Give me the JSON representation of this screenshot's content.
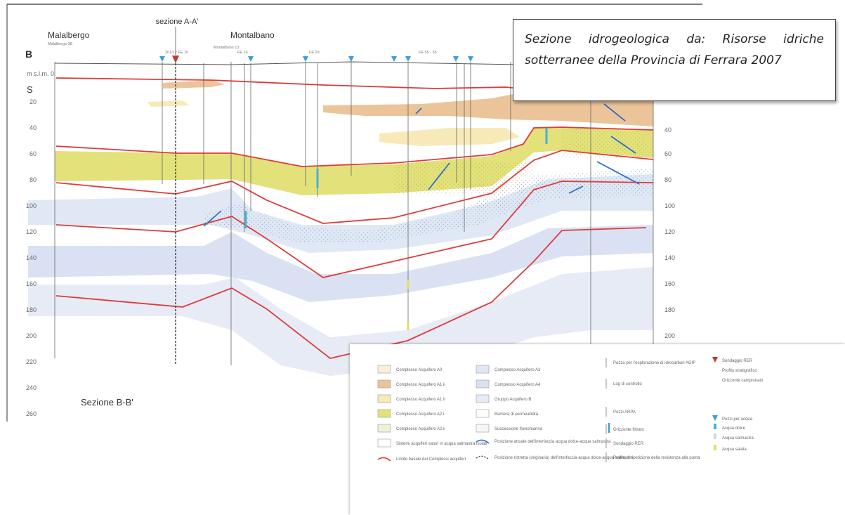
{
  "figure": {
    "caption": "Sezione idrogeologica da: Risorse idriche sotterranee della Provincia di Ferrara  2007",
    "section_name": "Sezione B-B'",
    "cross_section_label": "sezione A-A'",
    "endpoint_left": "B",
    "axis_unit": "m s.l.m. 0",
    "axis_letter": "S",
    "places": [
      {
        "name": "Malalbergo",
        "well": "Malalbergo 38"
      },
      {
        "name": "Montalbano",
        "well": "Montalbano 13"
      }
    ],
    "depth_ticks_left": [
      "20",
      "40",
      "60",
      "80",
      "100",
      "120",
      "140",
      "160",
      "180",
      "200",
      "220",
      "240",
      "260"
    ],
    "depth_ticks_right": [
      "40",
      "60",
      "80",
      "100",
      "120",
      "140",
      "160",
      "180",
      "200"
    ],
    "well_codes": [
      "201/12 FE 10",
      "FE 16",
      "FE 29",
      "FE 55 - 36"
    ]
  },
  "legend": {
    "units": [
      {
        "label": "Complesso Acquifero A0",
        "color": "#fbeedd"
      },
      {
        "label": "Complesso Acquifero A1 ii",
        "color": "#ecc49a"
      },
      {
        "label": "Complesso Acquifero A1 ii",
        "color": "#f7e9b8"
      },
      {
        "label": "Complesso Acquifero A2 i",
        "color": "#e2e17a"
      },
      {
        "label": "Complesso Acquifero A2 ii",
        "color": "#eef0d8"
      },
      {
        "label": "Sistemi acquiferi saturi in acqua salmastra isolati",
        "color": "#ffffff"
      },
      {
        "label": "Complesso Acquifero A3",
        "color": "#dfe8f4"
      },
      {
        "label": "Complesso Acquifero A4",
        "color": "#d9e1f2"
      },
      {
        "label": "Gruppo Acquifero B",
        "color": "#e7ebf5"
      },
      {
        "label": "Barriera di permeabilità",
        "color": "#ffffff"
      },
      {
        "label": "Successione fluviomarina",
        "color": "#f4f6fa"
      }
    ],
    "line_items": [
      {
        "label": "Limite basale dei Complessi acquiferi",
        "color": "#e03a3a"
      },
      {
        "label": "Posizione attuale dell'interfaccia acqua dolce-acqua salmastra",
        "color": "#2b6fc9"
      },
      {
        "label": "Posizione ristretta (originaria) dell'interfaccia acqua dolce-acqua salmastra",
        "color": "#555555"
      }
    ],
    "symbols": [
      {
        "label": "Pozzo per l'esplorazione di idrocarburi AGIP"
      },
      {
        "label": "Log di controllo"
      },
      {
        "label": "Pozzi ARPA"
      },
      {
        "label": "Orizzonte filtrato"
      },
      {
        "label": "Sondaggio RER"
      },
      {
        "label": "Profilo di ripetizione della resistenza alla punta"
      }
    ],
    "wells_legend": [
      {
        "label": "Sondaggio RER"
      },
      {
        "label": "Profilo stratigrafico"
      },
      {
        "label": "Orizzonte campionato"
      },
      {
        "label": "Pozzi per acqua"
      },
      {
        "label": "Acqua dolce"
      },
      {
        "label": "Acqua salmastra"
      },
      {
        "label": "Acqua salata"
      }
    ]
  }
}
